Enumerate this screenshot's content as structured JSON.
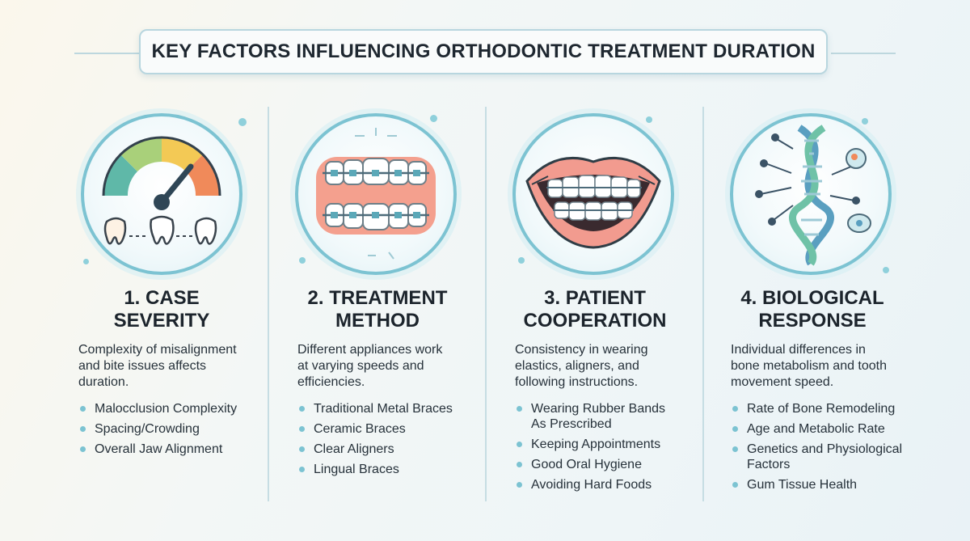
{
  "title": "KEY FACTORS INFLUENCING ORTHODONTIC TREATMENT DURATION",
  "accent_color": "#7cc3d2",
  "factors": [
    {
      "number_title": "1. CASE",
      "title_line2": "SEVERITY",
      "icon": "gauge-with-teeth-icon",
      "description": [
        "Complexity of misalignment",
        "and bite issues affects",
        "duration."
      ],
      "bullets": [
        [
          "Malocclusion Complexity"
        ],
        [
          "Spacing/Crowding"
        ],
        [
          "Overall Jaw Alignment"
        ]
      ]
    },
    {
      "number_title": "2. TREATMENT",
      "title_line2": "METHOD",
      "icon": "braces-teeth-icon",
      "description": [
        "Different appliances work",
        "at varying speeds and",
        "efficiencies."
      ],
      "bullets": [
        [
          "Traditional Metal Braces"
        ],
        [
          "Ceramic Braces"
        ],
        [
          "Clear Aligners"
        ],
        [
          "Lingual Braces"
        ]
      ]
    },
    {
      "number_title": "3. PATIENT",
      "title_line2": "COOPERATION",
      "icon": "smile-with-braces-icon",
      "description": [
        "Consistency in wearing",
        "elastics, aligners, and",
        "following instructions."
      ],
      "bullets": [
        [
          "Wearing Rubber Bands",
          "As Prescribed"
        ],
        [
          "Keeping Appointments"
        ],
        [
          "Good Oral Hygiene"
        ],
        [
          "Avoiding Hard Foods"
        ]
      ]
    },
    {
      "number_title": "4. BIOLOGICAL",
      "title_line2": "RESPONSE",
      "icon": "dna-helix-icon",
      "description": [
        "Individual differences in",
        "bone metabolism and tooth",
        "movement speed."
      ],
      "bullets": [
        [
          "Rate of Bone Remodeling"
        ],
        [
          "Age and Metabolic Rate"
        ],
        [
          "Genetics and Physiological",
          "Factors"
        ],
        [
          "Gum Tissue Health"
        ]
      ]
    }
  ]
}
